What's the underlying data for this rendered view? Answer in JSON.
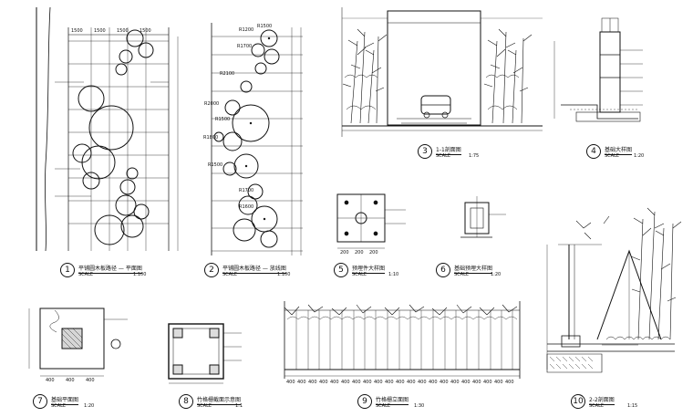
{
  "drawing": {
    "details": [
      {
        "num": "1",
        "title": "平铺圆木板路径 — 平面图",
        "scale": "SCALE",
        "ratio": "1:100"
      },
      {
        "num": "2",
        "title": "平铺圆木板路径 — 放线图",
        "scale": "SCALE",
        "ratio": "1:100"
      },
      {
        "num": "3",
        "title": "1-1剖面图",
        "scale": "SCALE",
        "ratio": "1:75"
      },
      {
        "num": "4",
        "title": "基础大样图",
        "scale": "SCALE",
        "ratio": "1:20"
      },
      {
        "num": "5",
        "title": "预埋件大样图",
        "scale": "SCALE",
        "ratio": "1:10"
      },
      {
        "num": "6",
        "title": "基础预埋大样图",
        "scale": "SCALE",
        "ratio": "1:20"
      },
      {
        "num": "7",
        "title": "基础平面图",
        "scale": "SCALE",
        "ratio": "1:20"
      },
      {
        "num": "8",
        "title": "竹格栅截面示意图",
        "scale": "SCALE",
        "ratio": "1:1"
      },
      {
        "num": "9",
        "title": "竹格栅立面图",
        "scale": "SCALE",
        "ratio": "1:30"
      },
      {
        "num": "10",
        "title": "2-2剖面图",
        "scale": "SCALE",
        "ratio": "1:15"
      }
    ],
    "radius_labels": [
      "R1200",
      "R1500",
      "R1700",
      "R2100",
      "R2000",
      "R1500",
      "R1800",
      "R1500",
      "R1700",
      "R1600"
    ],
    "dims_plan": [
      "1500",
      "1500",
      "1500",
      "1500"
    ],
    "dims_elev": [
      "400",
      "400",
      "400",
      "400",
      "400",
      "400",
      "400",
      "400",
      "400",
      "400",
      "400",
      "400",
      "400",
      "400",
      "400",
      "400",
      "400",
      "400",
      "400",
      "400",
      "400"
    ],
    "dims_foundation": [
      "400",
      "400",
      "400"
    ],
    "dims_embed": [
      "200",
      "200",
      "200"
    ]
  }
}
